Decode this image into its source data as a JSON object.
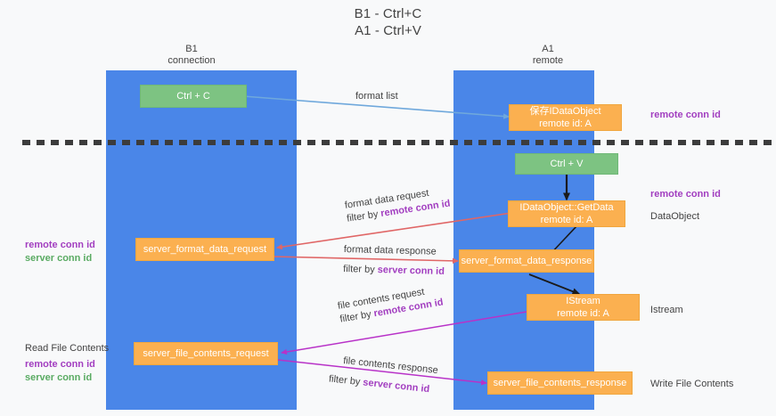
{
  "title": {
    "line1": "B1 - Ctrl+C",
    "line2": "A1 - Ctrl+V"
  },
  "columns": [
    {
      "name": "left",
      "line1": "B1",
      "line2": "connection"
    },
    {
      "name": "right",
      "line1": "A1",
      "line2": "remote"
    }
  ],
  "colors": {
    "lane": "#4a86e8",
    "green_node": "#7dc382",
    "orange_node": "#fbb050",
    "purple_text": "#a23ec0",
    "green_text": "#5aab63",
    "gray_text": "#434343",
    "edge_blue": "#6fa8dc",
    "edge_red": "#e06666",
    "edge_magenta": "#b832c8",
    "edge_black": "#1a1a1a",
    "background": "#f8f9fa"
  },
  "nodes": {
    "ctrl_c": {
      "line1": "Ctrl + C",
      "line2": ""
    },
    "save_idataobject": {
      "line1": "保存IDataObject",
      "line2": "remote id: A"
    },
    "ctrl_v": {
      "line1": "Ctrl + V",
      "line2": ""
    },
    "getdata": {
      "line1": "IDataObject::GetData",
      "line2": "remote id: A"
    },
    "fmt_req": {
      "line1": "server_format_data_request",
      "line2": ""
    },
    "fmt_resp": {
      "line1": "server_format_data_response",
      "line2": ""
    },
    "istream": {
      "line1": "IStream",
      "line2": "remote id: A"
    },
    "file_req": {
      "line1": "server_file_contents_request",
      "line2": ""
    },
    "file_resp": {
      "line1": "server_file_contents_response",
      "line2": ""
    }
  },
  "edge_labels": {
    "format_list": {
      "text": "format list"
    },
    "fmt_request_l1": {
      "text": "format data request"
    },
    "fmt_request_l2a": {
      "text": "filter by "
    },
    "fmt_request_l2b": {
      "text": "remote conn id"
    },
    "fmt_response_l1": {
      "text": "format data response"
    },
    "fmt_response_l2a": {
      "text": "filter by "
    },
    "fmt_response_l2b": {
      "text": "server conn id"
    },
    "file_request_l1": {
      "text": "file contents request"
    },
    "file_request_l2a": {
      "text": "filter by "
    },
    "file_request_l2b": {
      "text": "remote conn id"
    },
    "file_response_l1": {
      "text": "file contents response"
    },
    "file_response_l2a": {
      "text": "filter by "
    },
    "file_response_l2b": {
      "text": "server conn id"
    }
  },
  "side_labels": {
    "right_remote_conn_top": {
      "text": "remote conn id"
    },
    "right_remote_conn_mid": {
      "text": "remote conn id"
    },
    "dataobject": {
      "text": "DataObject"
    },
    "istream": {
      "text": "Istream"
    },
    "write_file_contents": {
      "text": "Write File Contents"
    },
    "left_mid_remote": {
      "text": "remote conn id"
    },
    "left_mid_server": {
      "text": "server conn id"
    },
    "read_file_contents": {
      "text": "Read File Contents"
    },
    "left_bottom_remote": {
      "text": "remote conn id"
    },
    "left_bottom_server": {
      "text": "server conn id"
    }
  }
}
